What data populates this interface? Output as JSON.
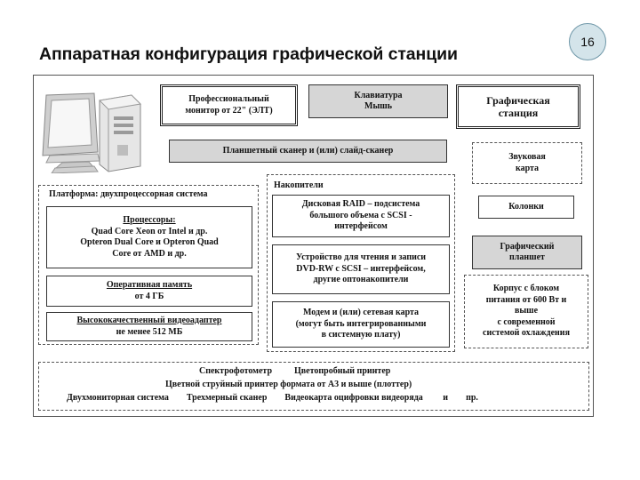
{
  "slide": {
    "title": "Аппаратная конфигурация графической станции",
    "page_number": "16"
  },
  "diagram": {
    "monitor": [
      "Профессиональный",
      "монитор от 22\" (ЭЛТ)"
    ],
    "keyboard": [
      "Клавиатура",
      "Мышь"
    ],
    "station": [
      "Графическая",
      "станция"
    ],
    "scanner": "Планшетный сканер и (или) слайд-сканер",
    "platform": {
      "header": "Платформа: двухпроцессорная система",
      "processors_title": "Процессоры:",
      "processors": [
        "Quad Core Xeon от Intel и др.",
        "Opteron Dual Core и Opteron Quad",
        "Core от AMD и др."
      ],
      "ram": [
        "Оперативная память",
        "от 4 ГБ"
      ],
      "video": [
        "Высококачественный видеоадаптер",
        "не менее  512 МБ"
      ]
    },
    "storage": {
      "header": "Накопители",
      "raid": [
        "Дисковая RAID – подсистема",
        "большого объема с SCSI -",
        "интерфейсом"
      ],
      "dvd": [
        "Устройство для чтения и записи",
        "DVD-RW  с SCSI – интерфейсом,",
        "другие оптонакопители"
      ],
      "modem": [
        "Модем и (или) сетевая карта",
        "(могут быть интегрированными",
        "в системную плату)"
      ]
    },
    "peripherals": {
      "sound": [
        "Звуковая",
        "карта"
      ],
      "speakers": "Колонки",
      "tablet": [
        "Графический",
        "планшет"
      ],
      "case": [
        "Корпус с блоком",
        "питания от 600 Вт и",
        "выше",
        "с современной",
        "системой охлаждения"
      ]
    },
    "bottom": [
      "Спектрофотометр          Цветопробный принтер",
      "Цветной струйный принтер формата от А3 и выше (плоттер)",
      "Двухмониторная система        Трехмерный сканер        Видеокарта оцифровки видеоряда         и        пр."
    ]
  }
}
